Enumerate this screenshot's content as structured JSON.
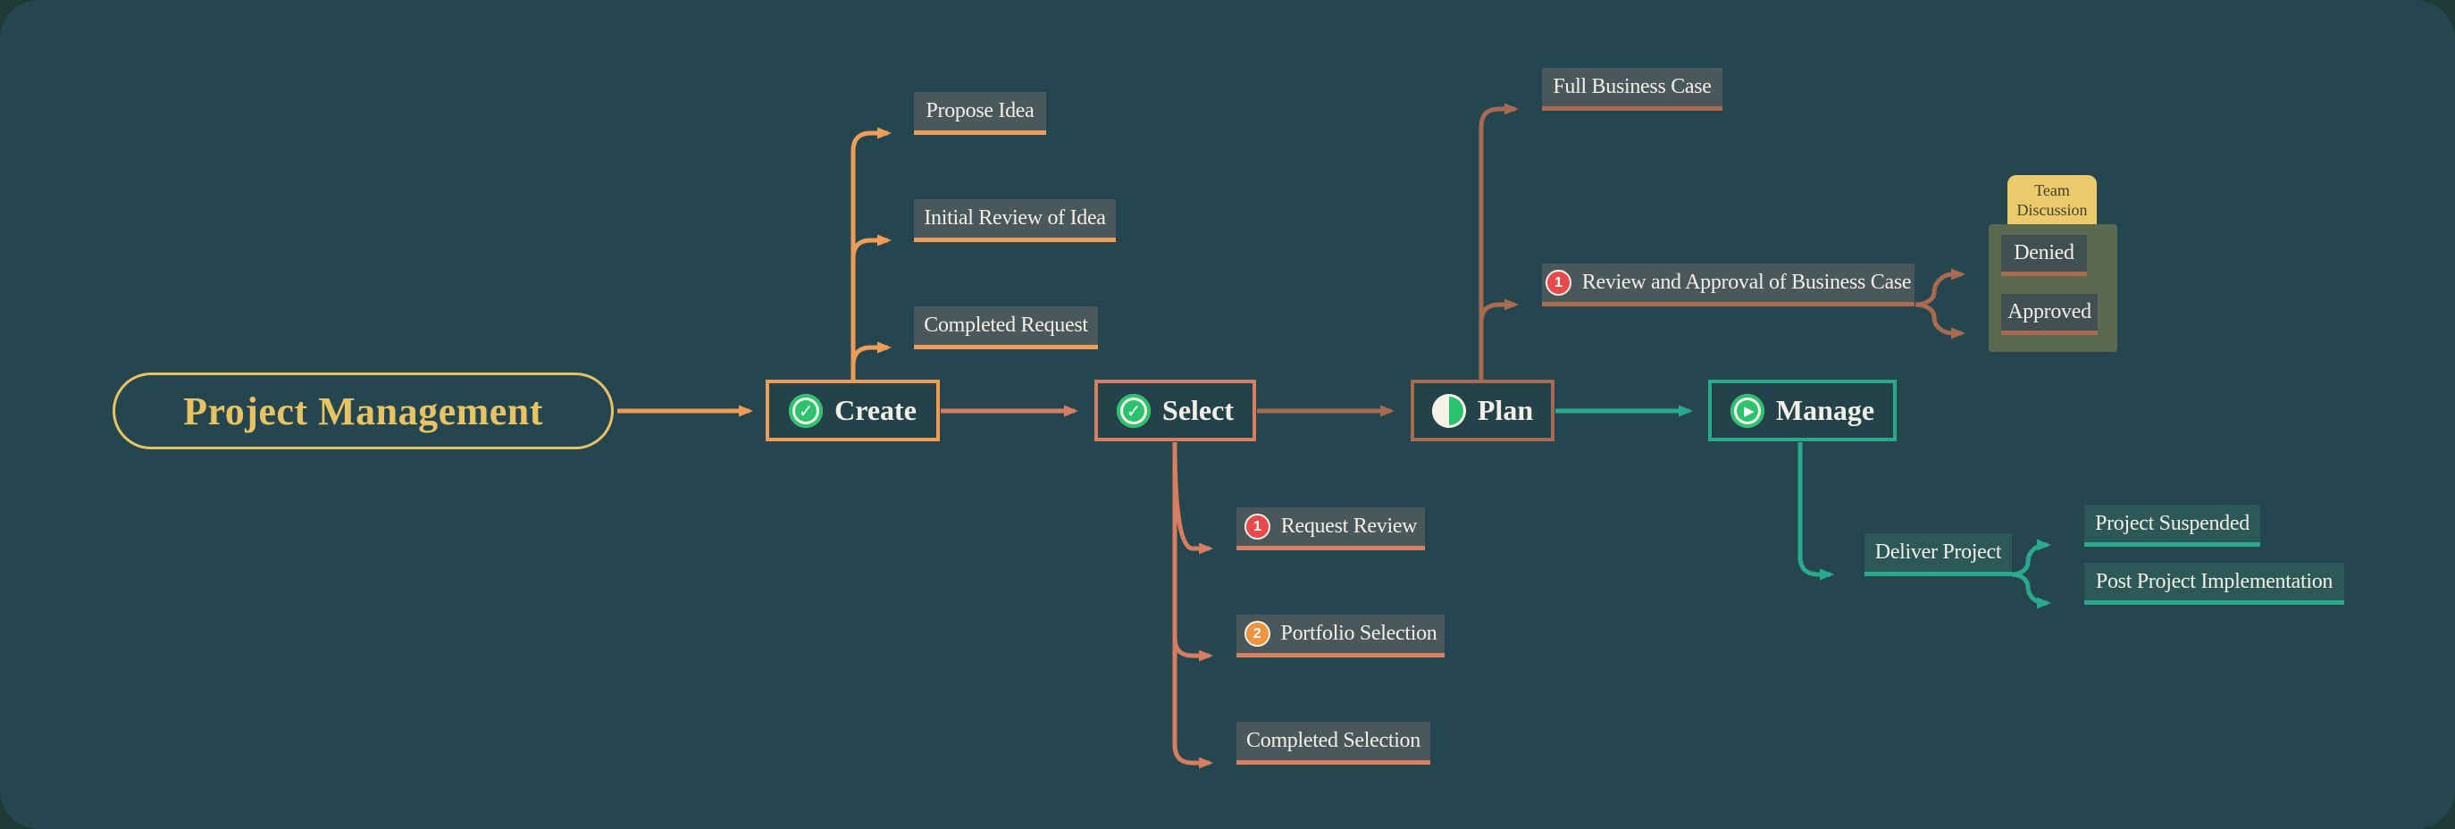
{
  "colors": {
    "page_bg": "#1d3a35",
    "canvas_bg": "#26464f",
    "node_fill": "#23424a",
    "child_box_bg": "#4a575b",
    "teal_box_bg": "#2c5957",
    "group_bg": "#5b6951",
    "tab_bg": "#eaca6b",
    "tab_text": "#45412f",
    "gold": "#e7c364",
    "orange": "#ef9c57",
    "salmon": "#d67d62",
    "brown": "#a86a50",
    "teal": "#2aa98c",
    "icon_green": "#2dc26e",
    "badge_red": "#e84a4b",
    "badge_orange": "#ef9340",
    "text_light": "#f2efe7"
  },
  "icons": {
    "check": "✓",
    "play": "▶"
  },
  "root": {
    "label": "Project Management"
  },
  "main_nodes": {
    "create": {
      "label": "Create"
    },
    "select": {
      "label": "Select"
    },
    "plan": {
      "label": "Plan"
    },
    "manage": {
      "label": "Manage"
    }
  },
  "create_children": [
    {
      "label": "Propose Idea"
    },
    {
      "label": "Initial Review of Idea"
    },
    {
      "label": "Completed Request"
    }
  ],
  "select_children": [
    {
      "label": "Request Review",
      "badge": "1"
    },
    {
      "label": "Portfolio Selection",
      "badge": "2"
    },
    {
      "label": "Completed Selection"
    }
  ],
  "plan_children": [
    {
      "label": "Full Business Case"
    },
    {
      "label": "Review and Approval of Business Case",
      "badge": "1"
    }
  ],
  "team_discussion": {
    "tab_label": "Team Discussion",
    "items": [
      {
        "label": "Denied"
      },
      {
        "label": "Approved"
      }
    ]
  },
  "manage_children": {
    "deliver": {
      "label": "Deliver Project"
    },
    "outcomes": [
      {
        "label": "Project Suspended"
      },
      {
        "label": "Post Project Implementation"
      }
    ]
  }
}
